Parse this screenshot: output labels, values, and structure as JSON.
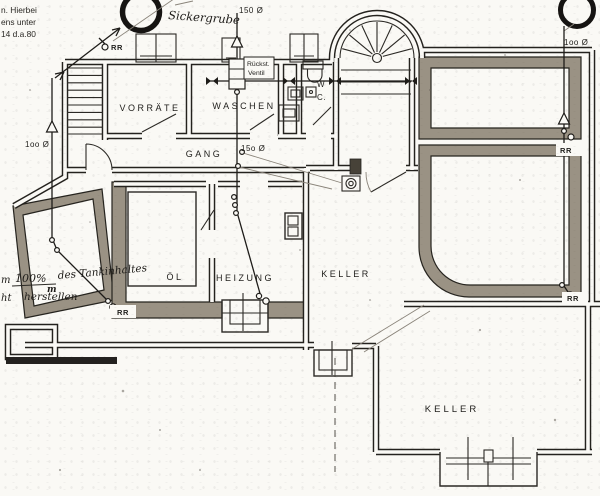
{
  "margin_note": {
    "lines": [
      "n. Hierbei",
      "ens unter",
      "14 d.a.80"
    ]
  },
  "handwritten": {
    "sickergrube": "Sickergrube",
    "tank_note": {
      "m1": "m",
      "percent": "100%",
      "m2": "m",
      "text": "des Tankinhaltes",
      "ht": "ht",
      "line2": "herstellen"
    }
  },
  "rooms": {
    "vorraete": "VORRÄTE",
    "waschen": "WASCHEN",
    "gang": "GANG",
    "wc_line1": "W",
    "wc_line2": "C.",
    "oel": "ÖL",
    "heizung": "HEIZUNG",
    "keller_mid": "KELLER",
    "keller_bottom": "KELLER"
  },
  "equipment": {
    "valve_line1": "Rückst.",
    "valve_line2": "Ventil"
  },
  "pipes": {
    "rr": "RR",
    "dia_150_top": "150 Ø",
    "dia_150_gang": "15o Ø",
    "dia_100_left": "1oo Ø",
    "dia_100_right": "1oo Ø"
  },
  "colors": {
    "paper": "#faf9f5",
    "ink": "#24221e",
    "wall_fill": "#9a9284"
  }
}
